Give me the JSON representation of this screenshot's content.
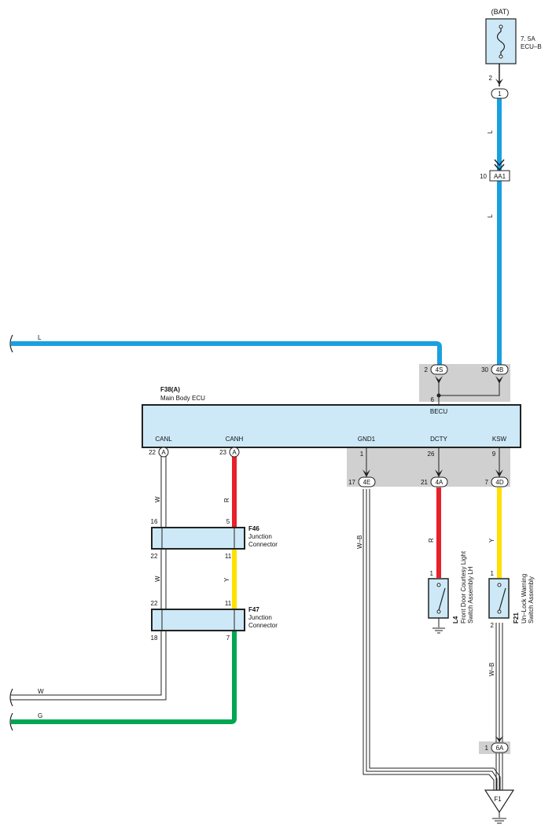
{
  "fuse": {
    "source": "(BAT)",
    "rating": "7. 5A",
    "name": "ECU–B",
    "pin": "2",
    "connector": "1"
  },
  "connector_aa1": {
    "pin": "10",
    "id": "AA1"
  },
  "wire_colors_top": {
    "a": "L",
    "b": "L"
  },
  "left_wire_l": "L",
  "becu_pins": {
    "left_pin": "2",
    "left_conn": "4S",
    "right_pin": "30",
    "right_conn": "4B",
    "internal_pin": "6",
    "label": "BECU"
  },
  "ecu": {
    "code": "F38(A)",
    "name": "Main Body ECU"
  },
  "ecu_terminals": {
    "canl": "CANL",
    "canh": "CANH",
    "gnd1": "GND1",
    "dcty": "DCTY",
    "ksw": "KSW",
    "canl_pin": "22",
    "canh_pin": "23",
    "conn_a": "A",
    "gnd1_pin": "1",
    "dcty_pin": "26",
    "ksw_pin": "9"
  },
  "lower_conn": {
    "gnd_pin": "17",
    "gnd_conn": "4E",
    "dcty_pin": "21",
    "dcty_conn": "4A",
    "ksw_pin": "7",
    "ksw_conn": "4D"
  },
  "wires_mid": {
    "canl": "W",
    "canh": "R",
    "gnd": "W–B",
    "dcty": "R",
    "ksw": "Y"
  },
  "f46": {
    "code": "F46",
    "name1": "Junction",
    "name2": "Connector",
    "pin_top_l": "16",
    "pin_top_r": "5",
    "pin_bot_l": "22",
    "pin_bot_r": "11"
  },
  "wires_between": {
    "canl": "W",
    "canh": "Y"
  },
  "f47": {
    "code": "F47",
    "name1": "Junction",
    "name2": "Connector",
    "pin_top_l": "22",
    "pin_top_r": "11",
    "pin_bot_l": "18",
    "pin_bot_r": "7"
  },
  "l4": {
    "code": "L4",
    "line1": "Front Door Courtesy Light",
    "line2": "Switch Assembly LH",
    "pin": "1"
  },
  "f21": {
    "code": "F21",
    "line1": "Un–Lock Warning",
    "line2": "Switch Assembly",
    "pin_top": "1",
    "pin_bot": "2"
  },
  "wire_f21_bottom": "W–B",
  "conn_6a": {
    "pin": "1",
    "id": "6A"
  },
  "left_wires": {
    "w": "W",
    "g": "G"
  },
  "ground": "F1",
  "colors": {
    "blue": "#1aa0e0",
    "red": "#e8202a",
    "yellow": "#ffe000",
    "green": "#00a651",
    "ecu_fill": "#cde9f7",
    "gray_zone": "#d0d0d0"
  }
}
